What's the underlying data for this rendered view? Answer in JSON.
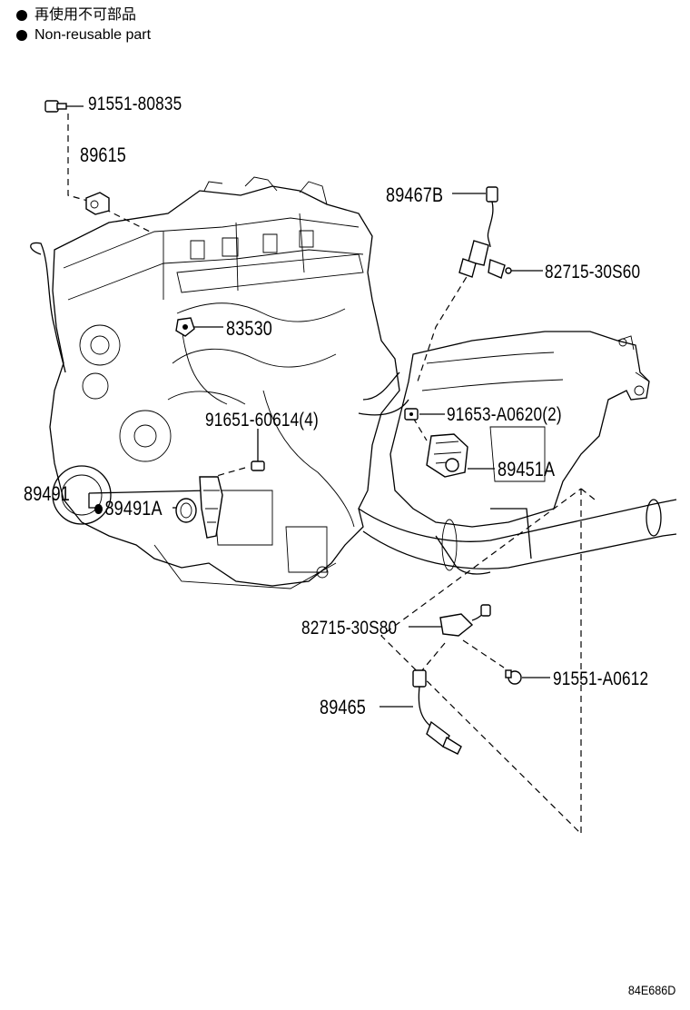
{
  "legend": [
    {
      "text": "再使用不可部品",
      "icon": "bullet-icon"
    },
    {
      "text": "Non-reusable part",
      "icon": "bullet-icon"
    }
  ],
  "labels": {
    "p91551_80835": "91551-80835",
    "p89615": "89615",
    "p89467B": "89467B",
    "p82715_30S60": "82715-30S60",
    "p83530": "83530",
    "p91651_60614": "91651-60614(4)",
    "p91653_A0620": "91653-A0620(2)",
    "p89451A": "89451A",
    "p89491": "89491",
    "p89491A": "89491A",
    "p82715_30S80": "82715-30S80",
    "p91551_A0612": "91551-A0612",
    "p89465": "89465"
  },
  "diagram_code": "84E686D"
}
